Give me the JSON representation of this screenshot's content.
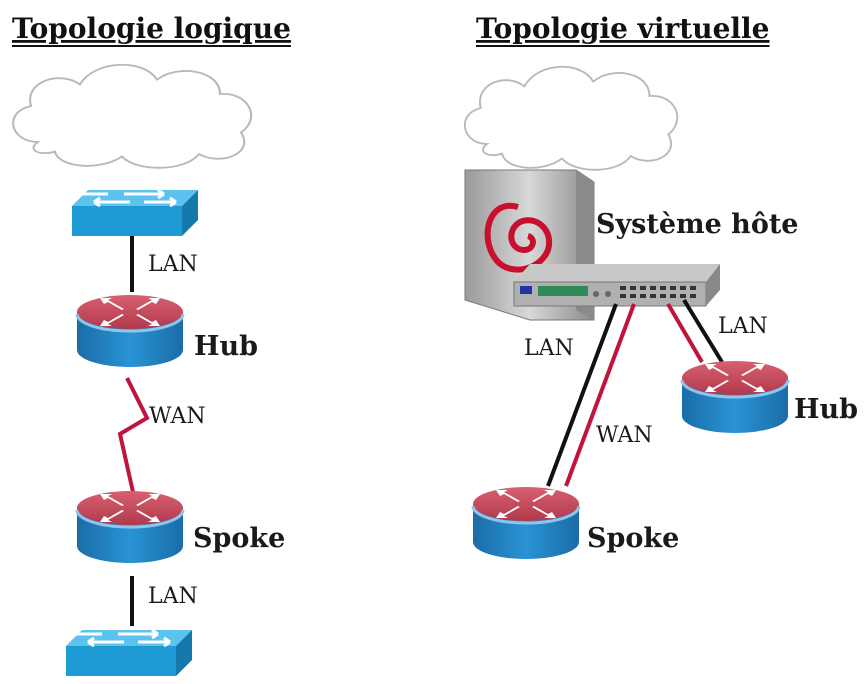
{
  "titles": {
    "logical": "Topologie logique",
    "virtual": "Topologie virtuelle"
  },
  "logical": {
    "lan_top": "LAN",
    "hub": "Hub",
    "wan": "WAN",
    "spoke": "Spoke",
    "lan_bottom": "LAN"
  },
  "virtual": {
    "host": "Système hôte",
    "lan_left": "LAN",
    "lan_right": "LAN",
    "wan": "WAN",
    "hub": "Hub",
    "spoke": "Spoke"
  },
  "colors": {
    "router_top": "#c84a5a",
    "router_body": "#1f7fbf",
    "switch": "#29a8df",
    "wan_link": "#c0143c",
    "lan_link": "#111111",
    "cloud": "#ffffff"
  }
}
